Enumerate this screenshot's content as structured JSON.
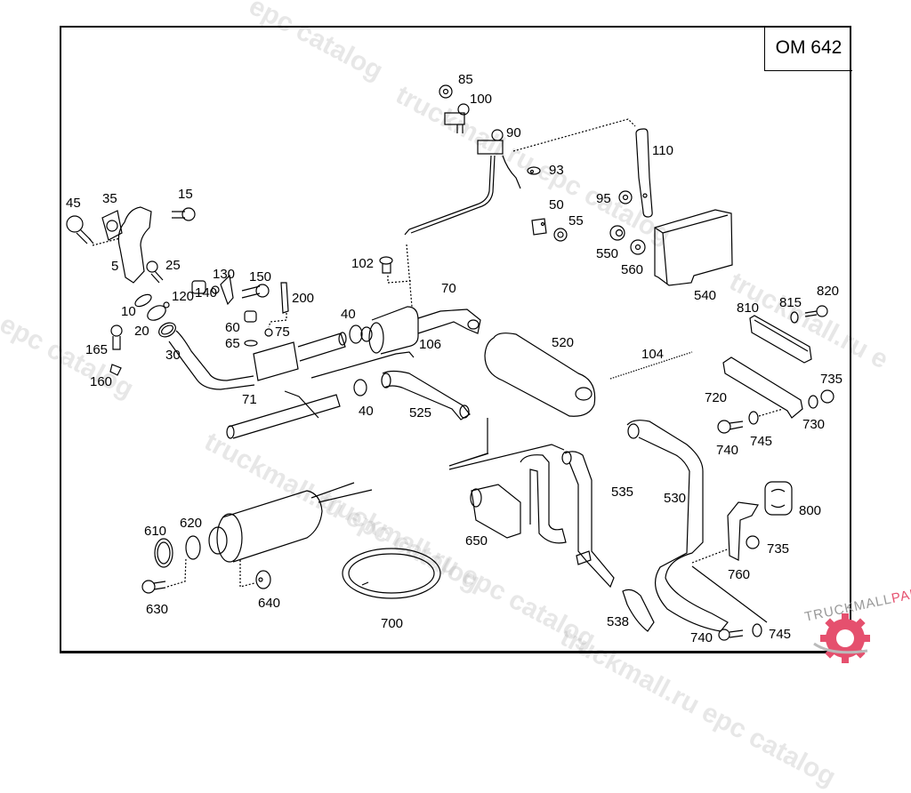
{
  "engine_code": "OM 642",
  "watermarks": [
    "epc catalog",
    "truckmall.ru epc catalog",
    "truckmall.ru epc catalog",
    "l epc catalog",
    "truckmall.ru epc catalog",
    "truckmall.ru epc catalog",
    "truckmall.ru e",
    "truckmall.ru"
  ],
  "logo": {
    "text_dark": "TRUCKMALL",
    "text_accent": "PARTS",
    "accent_color": "#e5506e"
  },
  "part_labels": [
    {
      "id": "p85",
      "num": "85"
    },
    {
      "id": "p100",
      "num": "100"
    },
    {
      "id": "p90",
      "num": "90"
    },
    {
      "id": "p110",
      "num": "110"
    },
    {
      "id": "p93",
      "num": "93"
    },
    {
      "id": "p95",
      "num": "95"
    },
    {
      "id": "p50",
      "num": "50"
    },
    {
      "id": "p55",
      "num": "55"
    },
    {
      "id": "p550",
      "num": "550"
    },
    {
      "id": "p560",
      "num": "560"
    },
    {
      "id": "p540",
      "num": "540"
    },
    {
      "id": "p45",
      "num": "45"
    },
    {
      "id": "p35",
      "num": "35"
    },
    {
      "id": "p15",
      "num": "15"
    },
    {
      "id": "p5",
      "num": "5"
    },
    {
      "id": "p25",
      "num": "25"
    },
    {
      "id": "p130",
      "num": "130"
    },
    {
      "id": "p150",
      "num": "150"
    },
    {
      "id": "p200",
      "num": "200"
    },
    {
      "id": "p120",
      "num": "120"
    },
    {
      "id": "p140",
      "num": "140"
    },
    {
      "id": "p10",
      "num": "10"
    },
    {
      "id": "p20",
      "num": "20"
    },
    {
      "id": "p60",
      "num": "60"
    },
    {
      "id": "p75",
      "num": "75"
    },
    {
      "id": "p65",
      "num": "65"
    },
    {
      "id": "p165",
      "num": "165"
    },
    {
      "id": "p30",
      "num": "30"
    },
    {
      "id": "p160",
      "num": "160"
    },
    {
      "id": "p102",
      "num": "102"
    },
    {
      "id": "p70",
      "num": "70"
    },
    {
      "id": "p40a",
      "num": "40"
    },
    {
      "id": "p106",
      "num": "106"
    },
    {
      "id": "p520",
      "num": "520"
    },
    {
      "id": "p71",
      "num": "71"
    },
    {
      "id": "p40b",
      "num": "40"
    },
    {
      "id": "p525",
      "num": "525"
    },
    {
      "id": "p104",
      "num": "104"
    },
    {
      "id": "p810",
      "num": "810"
    },
    {
      "id": "p815",
      "num": "815"
    },
    {
      "id": "p820",
      "num": "820"
    },
    {
      "id": "p720",
      "num": "720"
    },
    {
      "id": "p735a",
      "num": "735"
    },
    {
      "id": "p730",
      "num": "730"
    },
    {
      "id": "p740a",
      "num": "740"
    },
    {
      "id": "p745a",
      "num": "745"
    },
    {
      "id": "p535",
      "num": "535"
    },
    {
      "id": "p530",
      "num": "530"
    },
    {
      "id": "p800",
      "num": "800"
    },
    {
      "id": "p650",
      "num": "650"
    },
    {
      "id": "p735b",
      "num": "735"
    },
    {
      "id": "p760",
      "num": "760"
    },
    {
      "id": "p610",
      "num": "610"
    },
    {
      "id": "p620",
      "num": "620"
    },
    {
      "id": "p630",
      "num": "630"
    },
    {
      "id": "p640",
      "num": "640"
    },
    {
      "id": "p700",
      "num": "700"
    },
    {
      "id": "p538",
      "num": "538"
    },
    {
      "id": "p740b",
      "num": "740"
    },
    {
      "id": "p745b",
      "num": "745"
    }
  ]
}
